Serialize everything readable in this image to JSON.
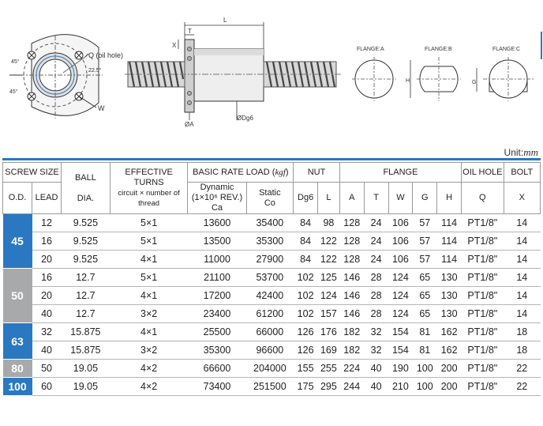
{
  "drawing": {
    "label_L": "L",
    "label_T": "T",
    "label_X": "X",
    "label_oil": "Q (oil hole)",
    "label_angle45a": "45°",
    "label_angle45b": "45°",
    "label_angle225": "22.5°",
    "label_W": "W",
    "label_phiA": "ØA",
    "label_phiDg6": "ØDg6",
    "label_H": "H",
    "label_G": "G",
    "flange_a": "FLANGE:A",
    "flange_b": "FLANGE:B",
    "flange_c": "FLANGE:C"
  },
  "unit": {
    "prefix": "Unit:",
    "value": "mm"
  },
  "headers": {
    "screw_size": "SCREW SIZE",
    "od": "O.D.",
    "lead": "LEAD",
    "ball_line1": "BALL",
    "ball_line2": "DIA.",
    "eff_line1": "EFFECTIVE",
    "eff_line2": "TURNS",
    "eff_sub1": "circuit × number of",
    "eff_sub2": "thread",
    "brl_prefix": "BASIC RATE LOAD (",
    "brl_unit": "kgf",
    "brl_suffix": ")",
    "dyn_line1": "Dynamic",
    "dyn_line2": "(1×10⁶ REV.)",
    "dyn_line3": "Ca",
    "stat_line1": "Static",
    "stat_line2": "Co",
    "nut": "NUT",
    "flange": "FLANGE",
    "oil_hole": "OIL HOLE",
    "bolt": "BOLT",
    "dg6": "Dg6",
    "L": "L",
    "A": "A",
    "T": "T",
    "W": "W",
    "G": "G",
    "H": "H",
    "Q": "Q",
    "X": "X"
  },
  "groups": [
    {
      "od": "45",
      "rows": [
        [
          "12",
          "9.525",
          "5×1",
          "13600",
          "35400",
          "84",
          "98",
          "128",
          "24",
          "106",
          "57",
          "114",
          "PT1/8\"",
          "14"
        ],
        [
          "16",
          "9.525",
          "5×1",
          "13500",
          "35300",
          "84",
          "122",
          "128",
          "24",
          "106",
          "57",
          "114",
          "PT1/8\"",
          "14"
        ],
        [
          "20",
          "9.525",
          "4×1",
          "11000",
          "27900",
          "84",
          "122",
          "128",
          "24",
          "106",
          "57",
          "114",
          "PT1/8\"",
          "14"
        ]
      ]
    },
    {
      "od": "50",
      "rows": [
        [
          "16",
          "12.7",
          "5×1",
          "21100",
          "53700",
          "102",
          "125",
          "146",
          "28",
          "124",
          "65",
          "130",
          "PT1/8\"",
          "14"
        ],
        [
          "20",
          "12.7",
          "4×1",
          "17200",
          "42400",
          "102",
          "124",
          "146",
          "28",
          "124",
          "65",
          "130",
          "PT1/8\"",
          "14"
        ],
        [
          "40",
          "12.7",
          "3×2",
          "23400",
          "61200",
          "102",
          "157",
          "146",
          "28",
          "124",
          "65",
          "130",
          "PT1/8\"",
          "14"
        ]
      ]
    },
    {
      "od": "63",
      "rows": [
        [
          "32",
          "15.875",
          "4×1",
          "25500",
          "66000",
          "126",
          "176",
          "182",
          "32",
          "154",
          "81",
          "162",
          "PT1/8\"",
          "18"
        ],
        [
          "40",
          "15.875",
          "3×2",
          "35300",
          "96600",
          "126",
          "169",
          "182",
          "32",
          "154",
          "81",
          "162",
          "PT1/8\"",
          "18"
        ]
      ]
    },
    {
      "od": "80",
      "rows": [
        [
          "50",
          "19.05",
          "4×2",
          "66600",
          "204000",
          "155",
          "255",
          "224",
          "40",
          "190",
          "100",
          "200",
          "PT1/8\"",
          "22"
        ]
      ]
    },
    {
      "od": "100",
      "rows": [
        [
          "60",
          "19.05",
          "4×2",
          "73400",
          "251500",
          "175",
          "295",
          "244",
          "40",
          "210",
          "100",
          "200",
          "PT1/8\"",
          "22"
        ]
      ]
    }
  ]
}
